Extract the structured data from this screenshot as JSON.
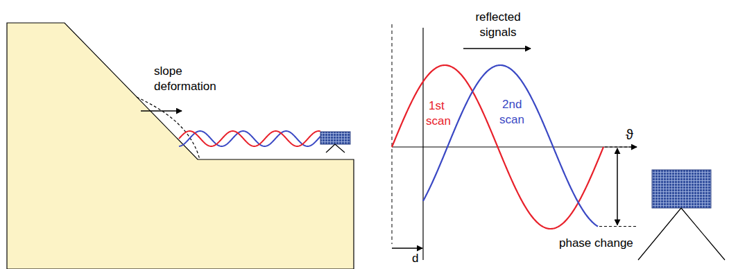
{
  "diagram": {
    "labels": [
      "slope deformation",
      "reflected signals",
      "1st",
      "scan",
      "2nd",
      "scan",
      "ϑ",
      "phase change",
      "d"
    ]
  }
}
